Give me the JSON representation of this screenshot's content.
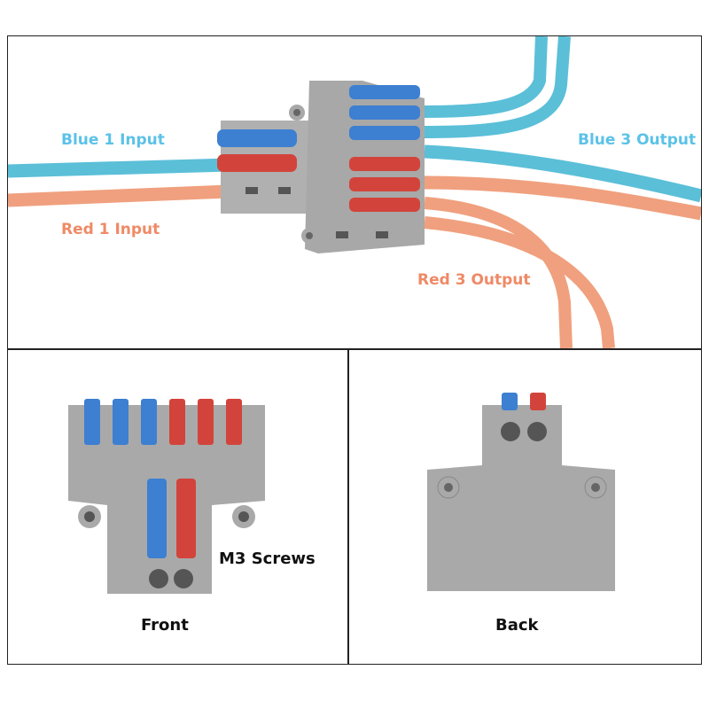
{
  "labels": {
    "blue_input": "Blue 1 Input",
    "red_input": "Red 1 Input",
    "blue_output": "Blue 3 Output",
    "red_output": "Red 3 Output",
    "screws": "M3 Screws",
    "front": "Front",
    "back": "Back"
  },
  "colors": {
    "blue_wire": "#5bbfd8",
    "red_wire": "#f0a07e",
    "blue_lever": "#3d7fd1",
    "red_lever": "#d2443b",
    "housing": "#a8a8a8",
    "blue_label": "#5bc2e7",
    "red_label": "#ef8a66"
  }
}
